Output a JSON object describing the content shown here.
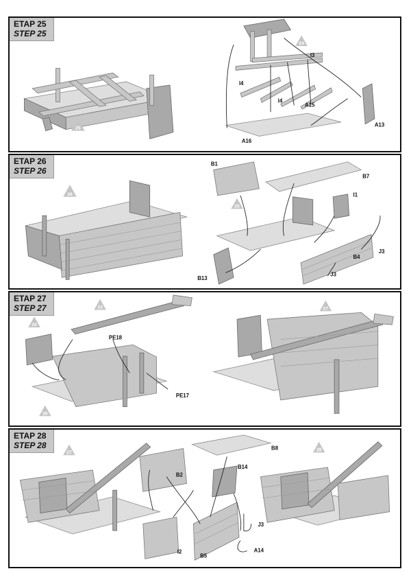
{
  "steps": [
    {
      "etap": "ETAP 25",
      "step": "STEP 25",
      "ref_badge": "24",
      "result_badge": "25",
      "labels": [
        "I3",
        "I4",
        "I4",
        "A15",
        "A13",
        "A16"
      ]
    },
    {
      "etap": "ETAP 26",
      "step": "STEP 26",
      "ref_badge": "25",
      "result_badge": "26",
      "labels": [
        "B1",
        "B7",
        "I1",
        "J3",
        "B4",
        "J3",
        "B13"
      ]
    },
    {
      "etap": "ETAP 27",
      "step": "STEP 27",
      "ref_badges": [
        "20",
        "23",
        "26"
      ],
      "result_badge": "27",
      "labels": [
        "PE18",
        "PE17"
      ]
    },
    {
      "etap": "ETAP 28",
      "step": "STEP 28",
      "ref_badge": "27",
      "result_badge": "28",
      "labels": [
        "B8",
        "B2",
        "B14",
        "J3",
        "A14",
        "I2",
        "B5"
      ]
    }
  ]
}
